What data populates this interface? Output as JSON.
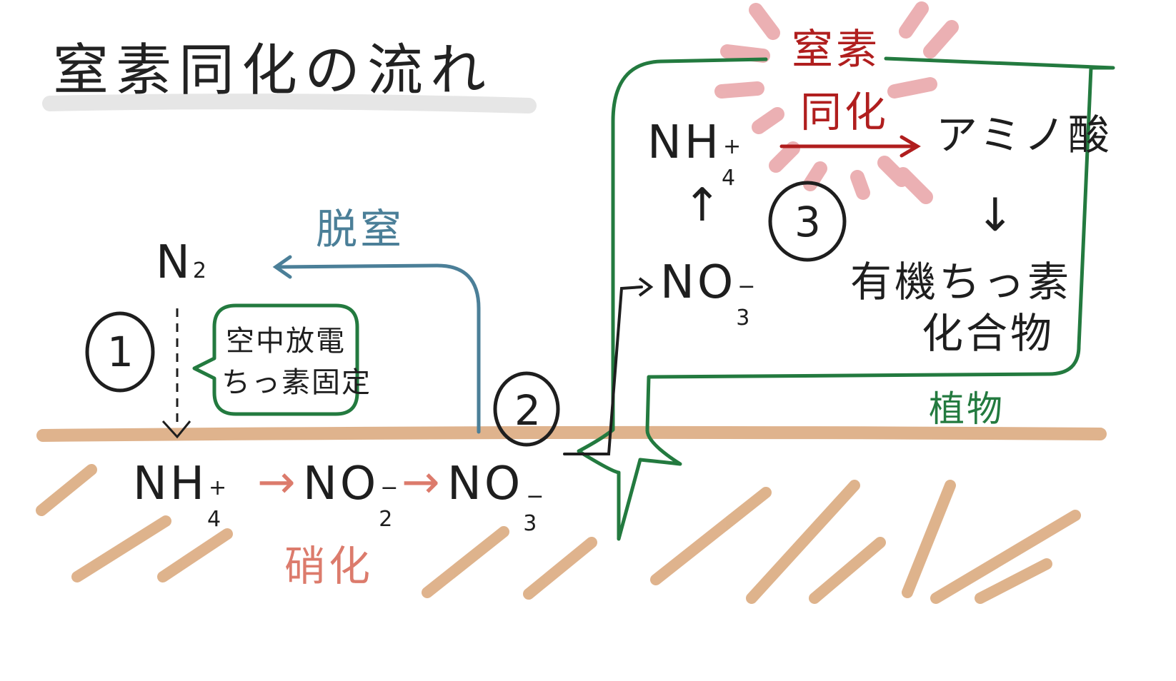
{
  "title": "窒素同化の流れ",
  "atmosphere": {
    "n2_main": "N",
    "n2_sub": "2"
  },
  "step_numbers": {
    "one": "1",
    "two": "2",
    "three": "3"
  },
  "fixation_callout": {
    "line1": "空中放電",
    "line2": "ちっ素固定"
  },
  "denitrification_label": "脱窒",
  "nitrification_label": "硝化",
  "soil_chain": {
    "ammonium": {
      "main": "NH",
      "sub": "4",
      "sup": "+"
    },
    "nitrite": {
      "main": "NO",
      "sub": "2",
      "sup": "−"
    },
    "nitrate": {
      "main": "NO",
      "sub": "3",
      "sup": "−"
    },
    "arrow": "→"
  },
  "plant": {
    "label": "植物",
    "nitrate": {
      "main": "NO",
      "sub": "3",
      "sup": "−"
    },
    "ammonium": {
      "main": "NH",
      "sub": "4",
      "sup": "+"
    },
    "assimilation_line1": "窒素",
    "assimilation_line2": "同化",
    "amino_acid": "アミノ酸",
    "organic_line1": "有機ちっ素",
    "organic_line2": "化合物",
    "up_arrow": "↑",
    "down_arrow": "↓"
  },
  "colors": {
    "ink": "#1e1e1e",
    "assimilation_red": "#b01e1e",
    "denitrification_blue": "#4b7f98",
    "plant_green": "#237a3f",
    "nitrification_salmon": "#dc7b6c",
    "soil_tan": "#d9a679",
    "highlight_pink": "#e8a3a6"
  }
}
